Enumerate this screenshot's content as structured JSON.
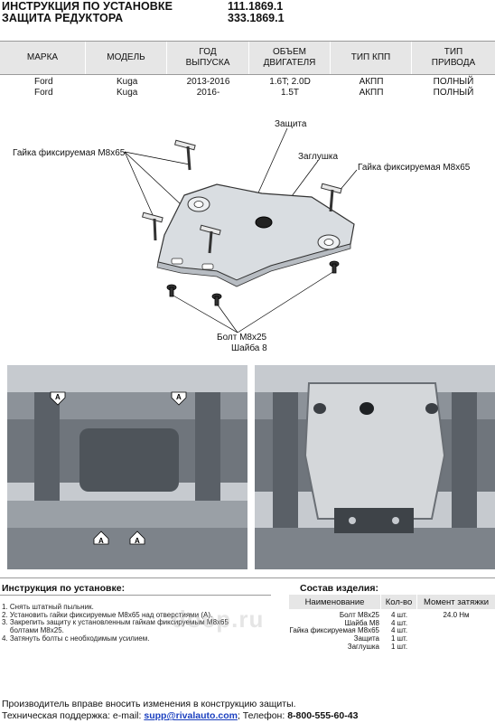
{
  "header": {
    "title_line1": "ИНСТРУКЦИЯ ПО УСТАНОВКЕ",
    "title_line2": "ЗАЩИТА РЕДУКТОРА",
    "code_line1": "111.1869.1",
    "code_line2": "333.1869.1"
  },
  "spec_table": {
    "headers": [
      "МАРКА",
      "МОДЕЛЬ",
      "ГОД\nВЫПУСКА",
      "ОБЪЕМ\nДВИГАТЕЛЯ",
      "ТИП КПП",
      "ТИП\nПРИВОДА"
    ],
    "rows": [
      [
        "Ford",
        "Kuga",
        "2013-2016",
        "1.6T; 2.0D",
        "АКПП",
        "ПОЛНЫЙ"
      ],
      [
        "Ford",
        "Kuga",
        "2016-",
        "1.5T",
        "АКПП",
        "ПОЛНЫЙ"
      ]
    ]
  },
  "diagram": {
    "label_protection": "Защита",
    "label_plug": "Заглушка",
    "label_nut_left": "Гайка фиксируемая М8х65",
    "label_nut_right": "Гайка фиксируемая М8х65",
    "label_bolt": "Болт М8х25",
    "label_washer": "Шайба 8"
  },
  "photos": {
    "marker": "A"
  },
  "instructions": {
    "title": "Инструкция по установке:",
    "steps": [
      "1. Снять штатный пыльник.",
      "2. Установить гайки фиксируемые М8х65 над отверстиями (А).",
      "3. Закрепить защиту к установленным гайкам фиксируемым М8х65",
      "    болтами М8х25.",
      "4. Затянуть болты с необходимым усилием."
    ]
  },
  "components": {
    "title": "Состав изделия:",
    "headers": [
      "Наименование",
      "Кол-во",
      "Момент затяжки"
    ],
    "rows": [
      [
        "Болт М8х25",
        "4 шт.",
        "24.0 Нм"
      ],
      [
        "Шайба М8",
        "4 шт.",
        ""
      ],
      [
        "Гайка фиксируемая М8х65",
        "4 шт.",
        ""
      ],
      [
        "Защита",
        "1 шт.",
        ""
      ],
      [
        "Заглушка",
        "1 шт.",
        ""
      ]
    ]
  },
  "watermark": "doep.ru",
  "footer": {
    "line1": "Производитель вправе вносить изменения в конструкцию защиты.",
    "support_prefix": "Техническая поддержка:  e-mail: ",
    "email": "supp@rivalauto.com",
    "phone_prefix": "; Телефон: ",
    "phone": "8-800-555-60-43"
  },
  "colors": {
    "table_header_bg": "#e6e6e6",
    "plate_fill": "#d9dde1",
    "photo_bg": "#cfd2d6",
    "link": "#1a3fbf"
  }
}
